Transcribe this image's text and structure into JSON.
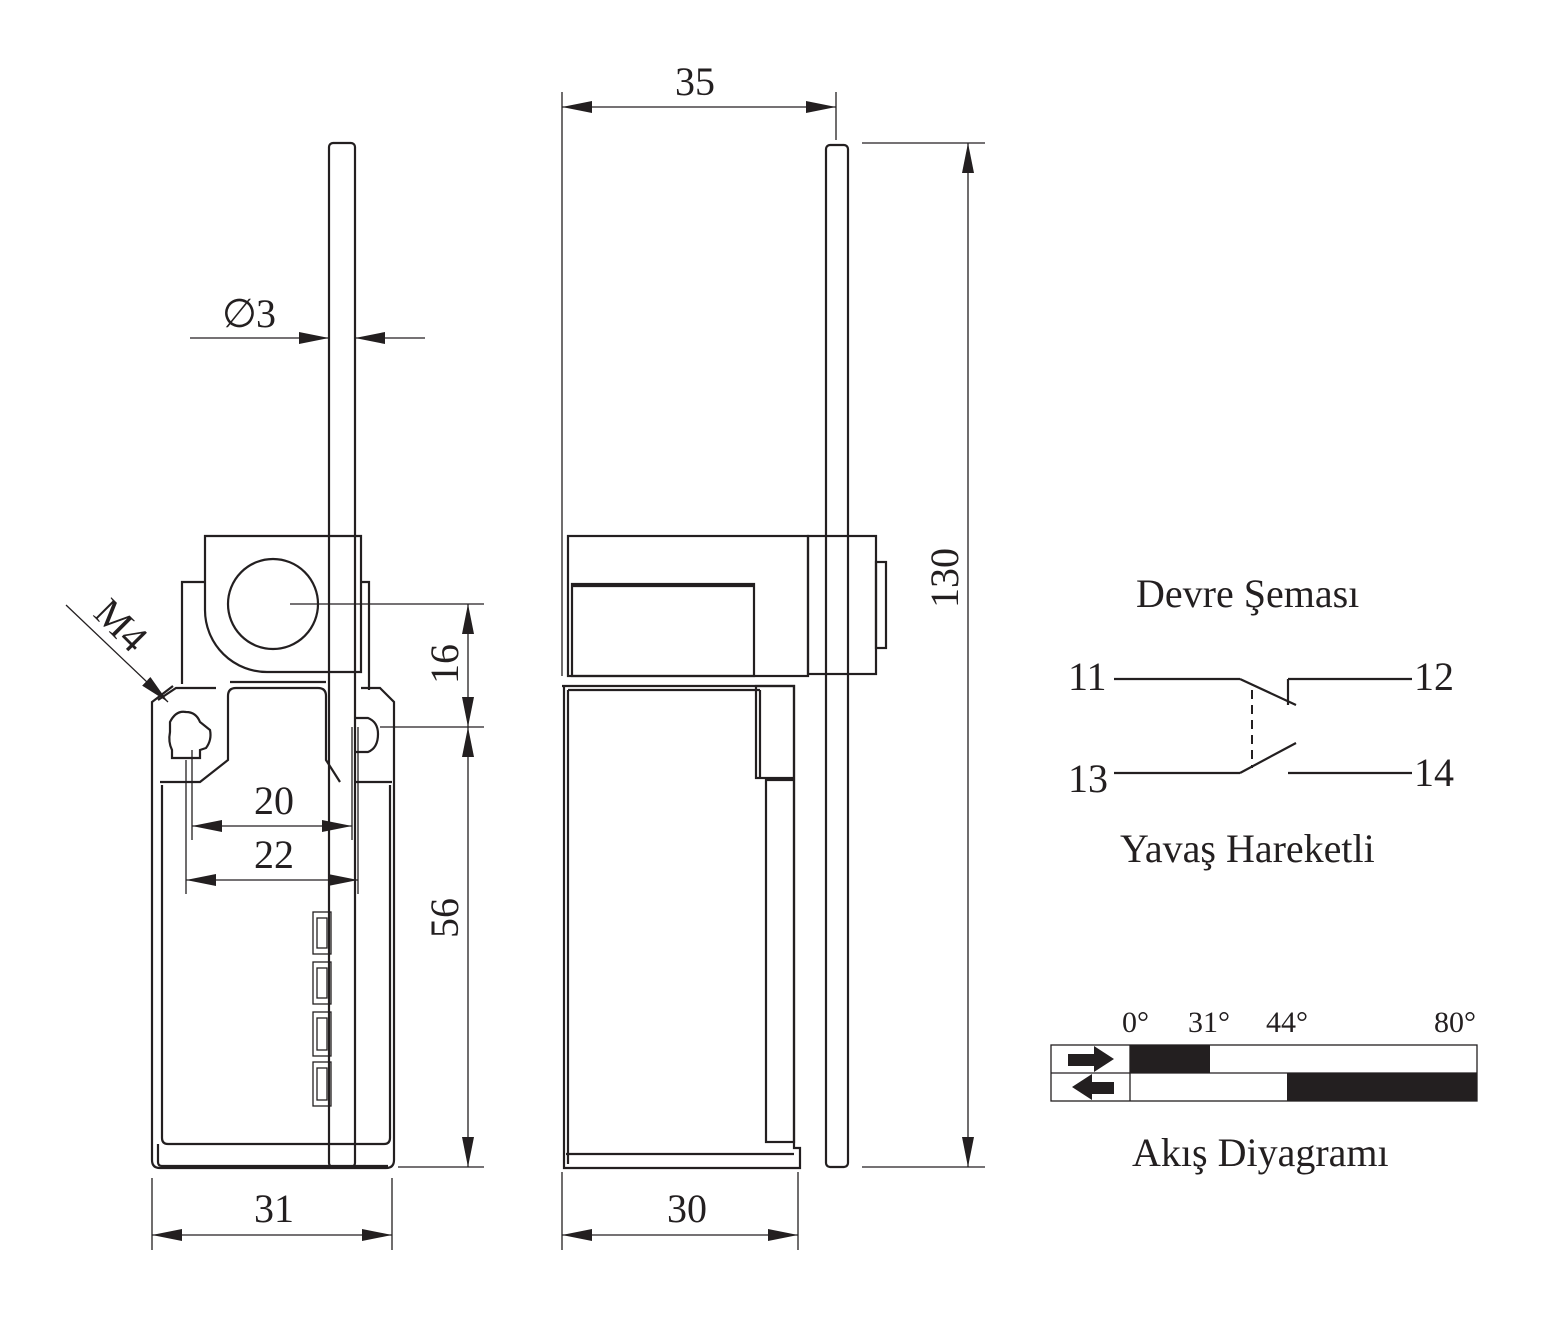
{
  "dimensions": {
    "phi_symbol": "∅",
    "phi_value": "3",
    "thread": "M4",
    "height_16": "16",
    "height_56": "56",
    "width_20": "20",
    "width_22": "22",
    "width_31": "31",
    "width_35": "35",
    "width_30": "30",
    "height_130": "130"
  },
  "circuit": {
    "title": "Devre Şeması",
    "terminal_11": "11",
    "terminal_12": "12",
    "terminal_13": "13",
    "terminal_14": "14",
    "subtitle": "Yavaş Hareketli"
  },
  "flow": {
    "angle_0": "0°",
    "angle_31": "31°",
    "angle_44": "44°",
    "angle_80": "80°",
    "title": "Akış Diyagramı"
  },
  "colors": {
    "line": "#231f20",
    "background": "#ffffff"
  }
}
